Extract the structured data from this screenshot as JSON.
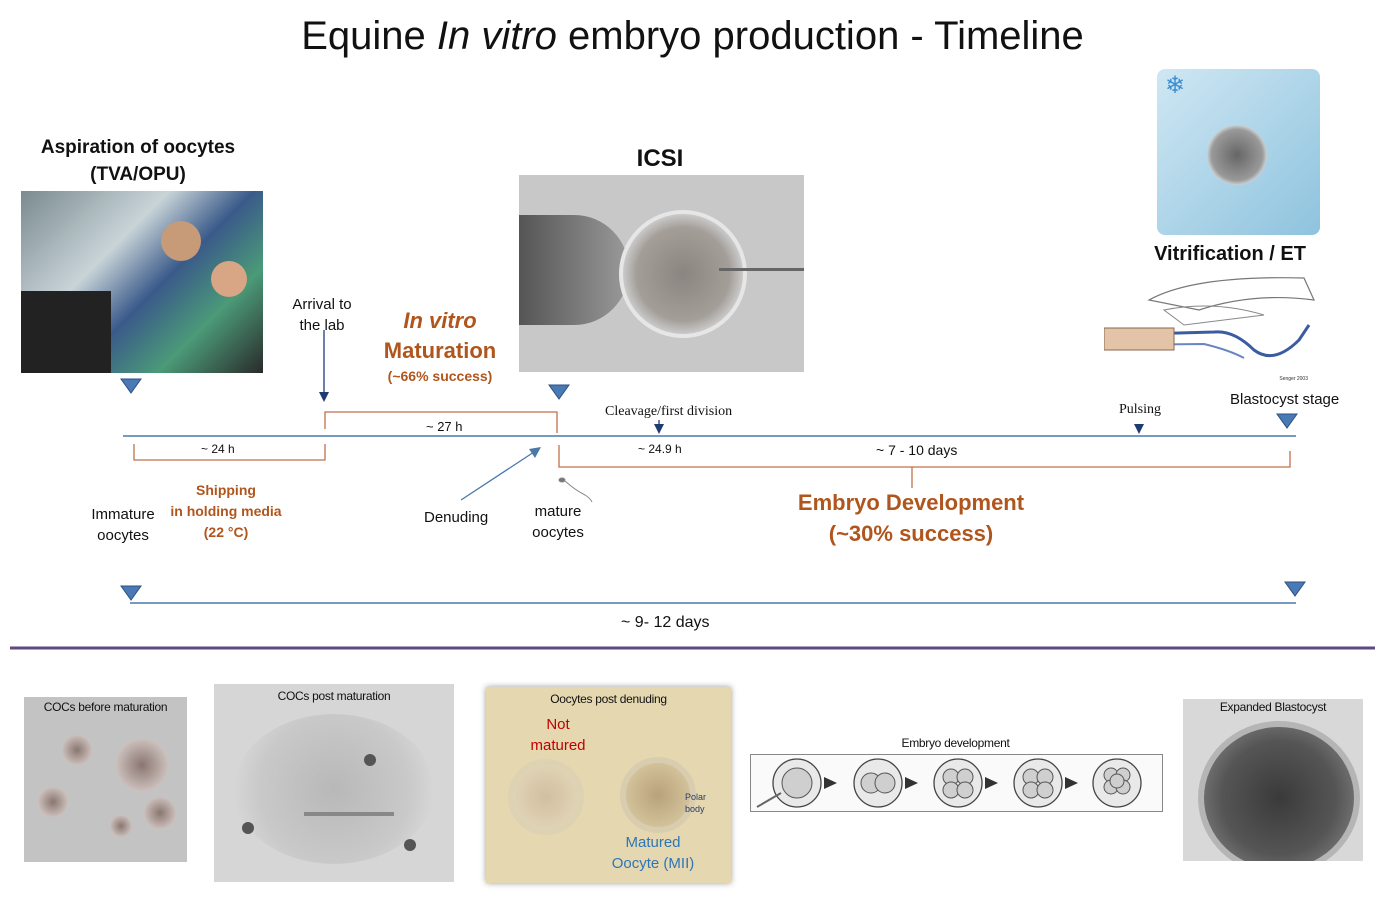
{
  "title": {
    "pre": "Equine ",
    "italic": "In vitro",
    "post": " embryo production - Timeline"
  },
  "aspiration": {
    "title": "Aspiration of oocytes",
    "subtitle": "(TVA/OPU)"
  },
  "icsi": {
    "title": "ICSI"
  },
  "vitrification": {
    "title": "Vitrification / ET",
    "credit": "Senger 2003"
  },
  "timeline": {
    "arrival": {
      "line1": "Arrival to",
      "line2": "the lab"
    },
    "maturation": {
      "italic": "In vitro",
      "line2": "Maturation",
      "success": "(~66% success)"
    },
    "cleavage": "Cleavage/first division",
    "pulsing": "Pulsing",
    "blastocyst_stage": "Blastocyst stage",
    "dur_24h": "~ 24 h",
    "dur_27h": "~ 27 h",
    "dur_249h": "~ 24.9 h",
    "dur_days": "~ 7 - 10 days",
    "shipping": {
      "line1": "Shipping",
      "line2": "in holding media",
      "line3": "(22 °C)"
    },
    "immature": {
      "line1": "Immature",
      "line2": "oocytes"
    },
    "denuding": "Denuding",
    "mature": {
      "line1": "mature",
      "line2": "oocytes"
    },
    "embryo_dev": {
      "line1": "Embryo Development",
      "line2": "(~30% success)"
    },
    "total": "~ 9- 12 days"
  },
  "bottom": {
    "cocs_before": "COCs before maturation",
    "cocs_post": "COCs post maturation",
    "denuding_panel": {
      "title": "Oocytes post denuding",
      "not_matured_1": "Not",
      "not_matured_2": "matured",
      "polar_1": "Polar",
      "polar_2": "body",
      "matured_1": "Matured",
      "matured_2": "Oocyte (MII)"
    },
    "embryo_development": "Embryo development",
    "expanded": "Expanded Blastocyst"
  },
  "colors": {
    "brown": "#b0561d",
    "line": "#4a78a8",
    "marker": "#4a7ab5",
    "divider": "#5e4a7e",
    "red": "#c00000",
    "blue": "#2e75b6"
  },
  "icons": [
    "snowflake-icon",
    "triangle-marker-icon",
    "sperm-icon"
  ]
}
